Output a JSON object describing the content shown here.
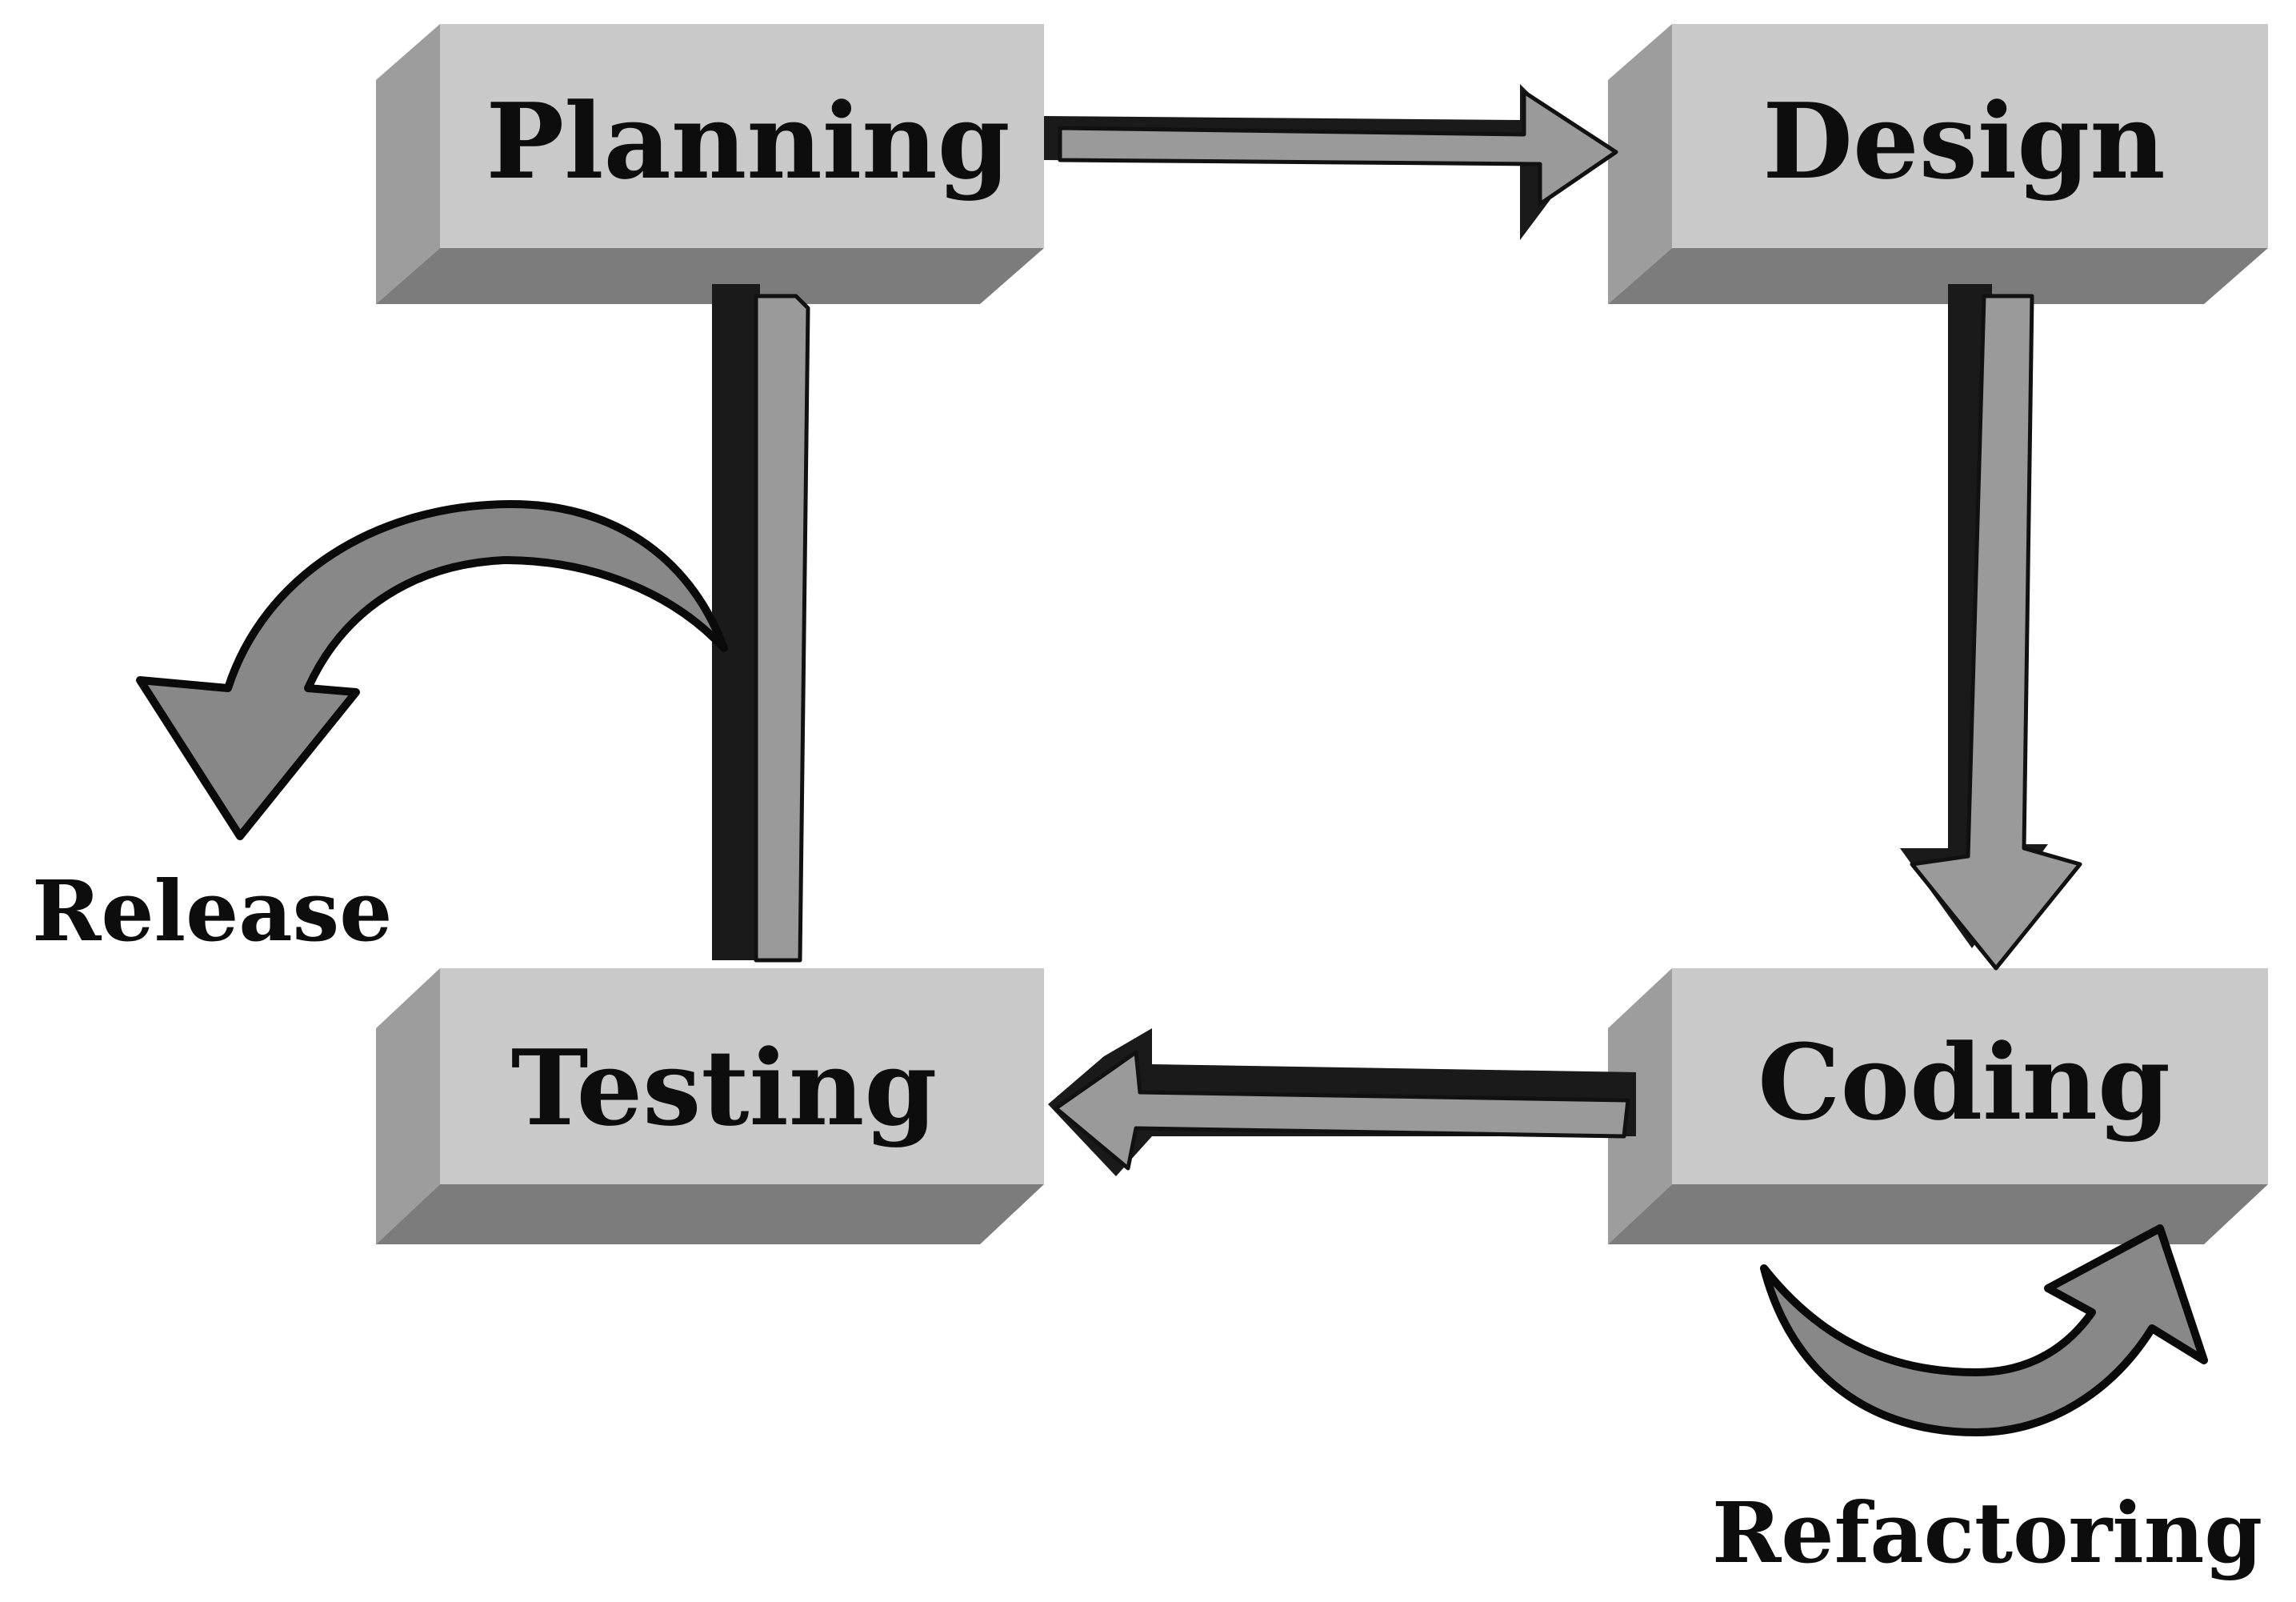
{
  "stages": {
    "planning": "Planning",
    "design": "Design",
    "coding": "Coding",
    "testing": "Testing"
  },
  "actions": {
    "release": "Release",
    "refactoring": "Refactoring"
  }
}
